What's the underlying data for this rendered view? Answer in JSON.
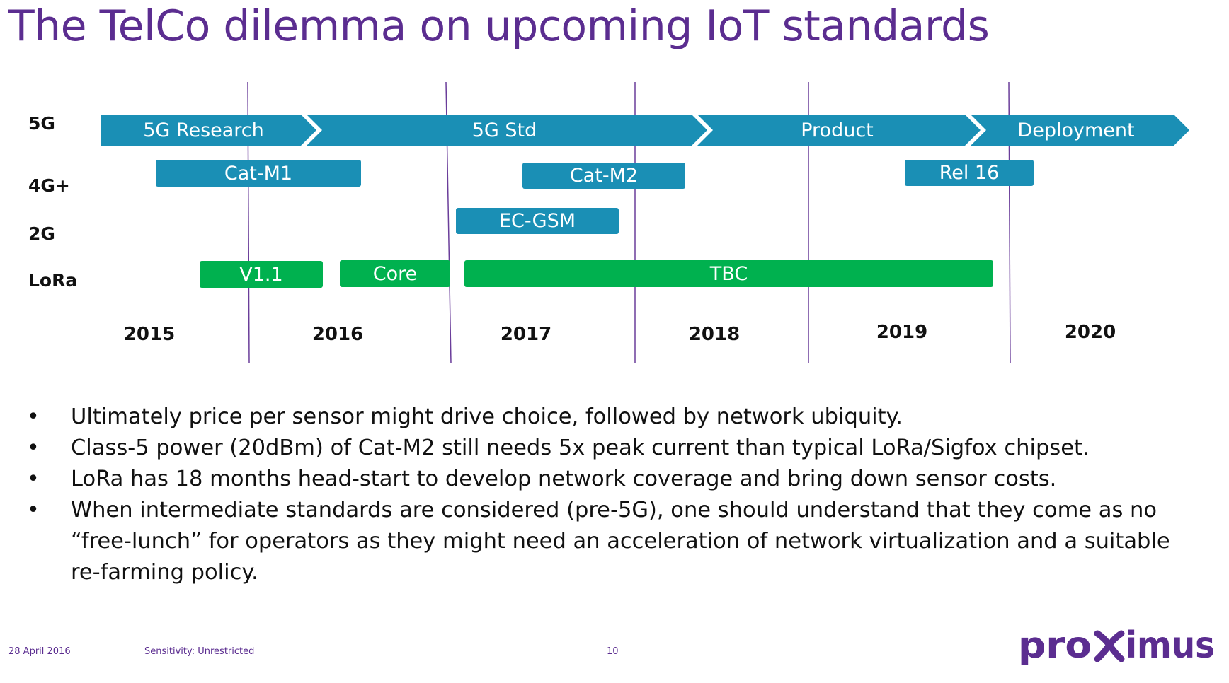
{
  "title": "The TelCo dilemma on upcoming IoT standards",
  "rows": {
    "fiveg": "5G",
    "fourg_plus": "4G+",
    "twog": "2G",
    "lora": "LoRa"
  },
  "years": [
    "2015",
    "2016",
    "2017",
    "2018",
    "2019",
    "2020"
  ],
  "bars": {
    "research": "5G Research",
    "std": "5G Std",
    "product": "Product",
    "deployment": "Deployment",
    "cat_m1": "Cat-M1",
    "cat_m2": "Cat-M2",
    "rel16": "Rel 16",
    "ec_gsm": "EC-GSM",
    "v11": "V1.1",
    "core": "Core",
    "tbc": "TBC"
  },
  "colors": {
    "title": "#5b2d90",
    "blue_bar": "#1a8fb5",
    "green_bar": "#00b14f",
    "divider": "#6a3d9a"
  },
  "bullets": [
    "Ultimately price per sensor might drive choice, followed by network ubiquity.",
    "Class-5 power (20dBm) of Cat-M2 still needs 5x peak current than typical LoRa/Sigfox chipset.",
    "LoRa has 18 months head-start to develop network coverage and bring down sensor costs.",
    "When intermediate standards are considered (pre-5G), one should understand that they come as no “free-lunch” for operators as they might need an acceleration of network virtualization and a suitable re-farming policy."
  ],
  "bullet_symbol": "•",
  "footer": {
    "date": "28 April 2016",
    "sensitivity": "Sensitivity: Unrestricted",
    "page": "10",
    "logo": "proximus"
  }
}
